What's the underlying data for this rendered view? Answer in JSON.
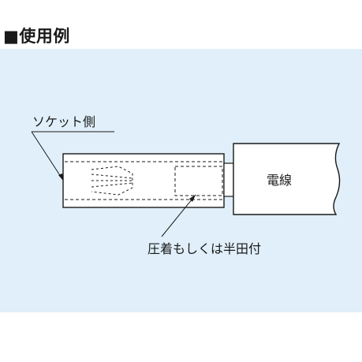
{
  "title": "■使用例",
  "labels": {
    "socket_side": "ソケット側",
    "wire": "電線",
    "crimp_or_solder": "圧着もしくは半田付"
  },
  "colors": {
    "panel_background": "#e0eff9",
    "line": "#1a1a1a"
  }
}
